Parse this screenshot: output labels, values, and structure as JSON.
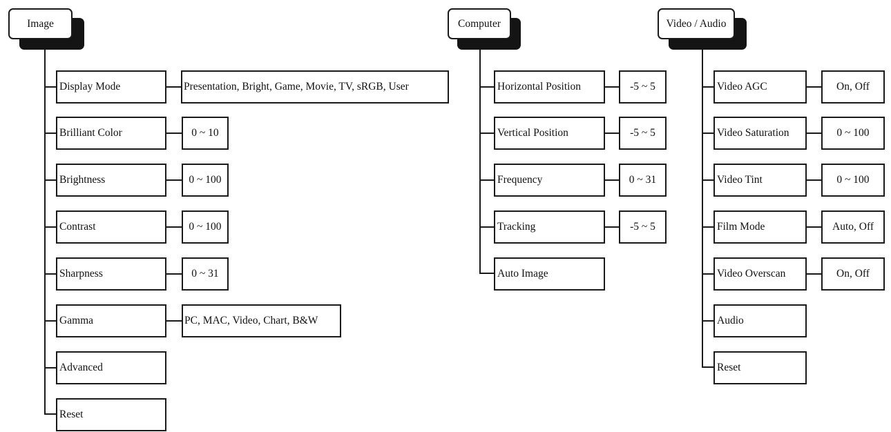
{
  "menus": {
    "image": {
      "title": "Image",
      "items": [
        {
          "label": "Display Mode",
          "value": "Presentation, Bright, Game, Movie, TV, sRGB, User"
        },
        {
          "label": "Brilliant Color",
          "value": "0 ~ 10"
        },
        {
          "label": "Brightness",
          "value": "0 ~ 100"
        },
        {
          "label": "Contrast",
          "value": "0 ~ 100"
        },
        {
          "label": "Sharpness",
          "value": "0 ~ 31"
        },
        {
          "label": "Gamma",
          "value": "PC, MAC, Video, Chart, B&W"
        },
        {
          "label": "Advanced",
          "value": null
        },
        {
          "label": "Reset",
          "value": null
        }
      ]
    },
    "computer": {
      "title": "Computer",
      "items": [
        {
          "label": "Horizontal Position",
          "value": "-5 ~ 5"
        },
        {
          "label": "Vertical Position",
          "value": "-5 ~ 5"
        },
        {
          "label": "Frequency",
          "value": "0 ~ 31"
        },
        {
          "label": "Tracking",
          "value": "-5 ~ 5"
        },
        {
          "label": "Auto Image",
          "value": null
        }
      ]
    },
    "video_audio": {
      "title": "Video / Audio",
      "items": [
        {
          "label": "Video AGC",
          "value": "On, Off"
        },
        {
          "label": "Video Saturation",
          "value": "0 ~ 100"
        },
        {
          "label": "Video Tint",
          "value": "0 ~ 100"
        },
        {
          "label": "Film Mode",
          "value": "Auto, Off"
        },
        {
          "label": "Video Overscan",
          "value": "On, Off"
        },
        {
          "label": "Audio",
          "value": null
        },
        {
          "label": "Reset",
          "value": null
        }
      ]
    }
  },
  "colors": {
    "line": "#1a1a1a",
    "shadow": "#141414",
    "background": "#ffffff"
  }
}
